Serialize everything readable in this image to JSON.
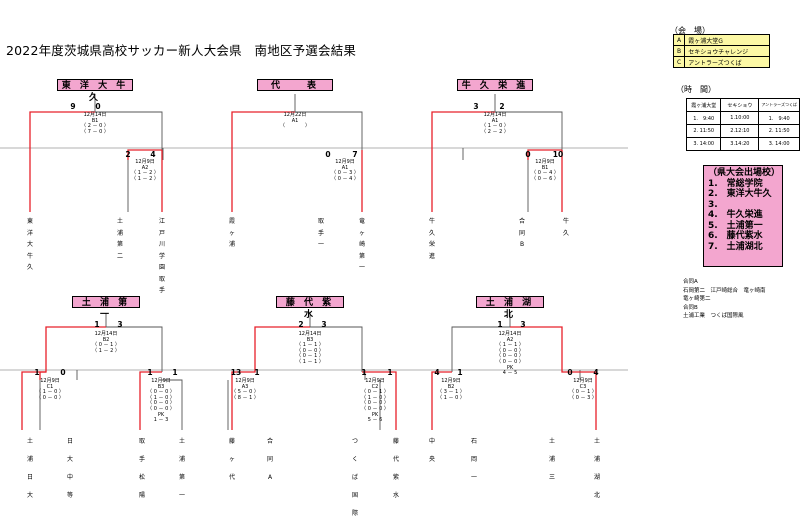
{
  "title": "2022年度茨城県高校サッカー新人大会県　南地区予選会結果",
  "venue_header": "（会　場）",
  "venues": [
    {
      "code": "A",
      "name": "霞ヶ浦大堂G"
    },
    {
      "code": "B",
      "name": "セキショウチャレンジ"
    },
    {
      "code": "C",
      "name": "アントラーズつくば"
    }
  ],
  "time_header": "（時　間）",
  "time_table": {
    "headers": [
      "霞ヶ浦大堂",
      "セキショウ",
      "アントラーズつくば"
    ],
    "rows": [
      [
        "1.　9:40",
        "1.10:00",
        "1.　9:40"
      ],
      [
        "2. 11:50",
        "2.12:10",
        "2. 11:50"
      ],
      [
        "3. 14:00",
        "3.14:20",
        "3. 14:00"
      ]
    ]
  },
  "qualifiers": {
    "heading": "（県大会出場校）",
    "items": [
      "1.　常総学院",
      "2.　東洋大牛久",
      "3.",
      "4.　牛久栄進",
      "5.　土浦第一",
      "6.　藤代紫水",
      "7.　土浦湖北"
    ]
  },
  "notes": [
    "合同A",
    "石岡第二　江戸崎総合　竜ヶ崎南",
    "竜ヶ崎第二",
    "合同B",
    "土浦工業　つくば国際風"
  ],
  "winners": [
    "東 洋 大 牛 久",
    "代　　表",
    "牛 久 栄 進",
    "土 浦 第 一",
    "藤 代 紫 水",
    "土 浦 湖 北"
  ],
  "score_labels": [
    "9",
    "0",
    "3",
    "2",
    "2",
    "4",
    "0",
    "7",
    "0",
    "10",
    "1",
    "3",
    "2",
    "3",
    "1",
    "3",
    "1",
    "0",
    "1",
    "1",
    "13",
    "1",
    "1",
    "1",
    "4",
    "1",
    "0",
    "4"
  ],
  "match_info": {
    "b_top1": [
      "12月14日",
      "B1",
      "（ 2 － 0 ）",
      "（ 7 － 0 ）"
    ],
    "b_top2": [
      "12月22日",
      "A1",
      "（　　　　）"
    ],
    "b_top3": [
      "12月14日",
      "A1",
      "（ 1 － 0 ）",
      "（ 2 － 2 ）"
    ],
    "b_a2": [
      "12月9日",
      "A2",
      "（ 1 － 2 ）",
      "（ 1 － 2 ）"
    ],
    "b_a1": [
      "12月9日",
      "A1",
      "（ 0 － 3 ）",
      "（ 0 － 4 ）"
    ],
    "b_b1": [
      "12月9日",
      "B1",
      "（ 0 － 4 ）",
      "（ 0 － 6 ）"
    ],
    "b_b2": [
      "12月14日",
      "B2",
      "（ 0 － 1 ）",
      "（ 1 － 2 ）"
    ],
    "b_b3": [
      "12月14日",
      "B3",
      "（ 1 － 1 ）",
      "（ 0 － 0 ）",
      "（ 0 － 1 ）",
      "（ 1 － 1 ）"
    ],
    "b_a2s": [
      "12月14日",
      "A2",
      "（ 1 － 1 ）",
      "（ 0 － 0 ）",
      "（ 0 － 0 ）",
      "（ 0 － 0 ）",
      "PK",
      "4 － 5"
    ],
    "b_c1": [
      "12月9日",
      "C1",
      "（ 1 － 0 ）",
      "（ 0 － 0 ）"
    ],
    "b_b3s": [
      "12月9日",
      "B3",
      "（ 0 － 0 ）",
      "（ 1 － 0 ）",
      "（ 0 － 0 ）",
      "（ 0 － 0 ）",
      "PK",
      "1 － 3"
    ],
    "b_a3": [
      "12月9日",
      "A3",
      "（ 5 － 0 ）",
      "（ 8 － 1 ）"
    ],
    "b_c2": [
      "12月9日",
      "C2",
      "（ 0 － 1 ）",
      "（ 1 － 0 ）",
      "（ 0 － 0 ）",
      "（ 0 － 0 ）",
      "PK",
      "5 － 6"
    ],
    "b_b2s": [
      "12月9日",
      "B2",
      "（ 3 － 1 ）",
      "（ 1 － 0 ）"
    ],
    "b_c3": [
      "12月9日",
      "C3",
      "（ 0 － 1 ）",
      "（ 0 － 3 ）"
    ]
  },
  "teams_top": [
    [
      "東",
      "洋",
      "大",
      "牛",
      "久"
    ],
    [
      "土",
      "浦",
      "第",
      "二"
    ],
    [
      "江",
      "戸",
      "川",
      "学",
      "園",
      "取",
      "手"
    ],
    [
      "霞",
      "ヶ",
      "浦"
    ],
    [
      "取",
      "手",
      "一"
    ],
    [
      "竜",
      "ヶ",
      "崎",
      "第",
      "一"
    ],
    [
      "牛",
      "久",
      "栄",
      "進"
    ],
    [
      "合",
      "同",
      "B"
    ],
    [
      "牛",
      "久"
    ]
  ],
  "teams_bottom": [
    [
      "土",
      "浦",
      "日",
      "大"
    ],
    [
      "日",
      "大",
      "中",
      "等"
    ],
    [
      "取",
      "手",
      "松",
      "陽"
    ],
    [
      "土",
      "浦",
      "第",
      "一"
    ],
    [
      "藤",
      "ヶ",
      "代"
    ],
    [
      "合",
      "同",
      "A"
    ],
    [
      "つ",
      "く",
      "ば",
      "国",
      "際"
    ],
    [
      "藤",
      "代",
      "紫",
      "水"
    ],
    [
      "中",
      "央"
    ],
    [
      "石",
      "岡",
      "一"
    ],
    [
      "土",
      "浦",
      "三"
    ],
    [
      "土",
      "浦",
      "湖",
      "北"
    ]
  ]
}
